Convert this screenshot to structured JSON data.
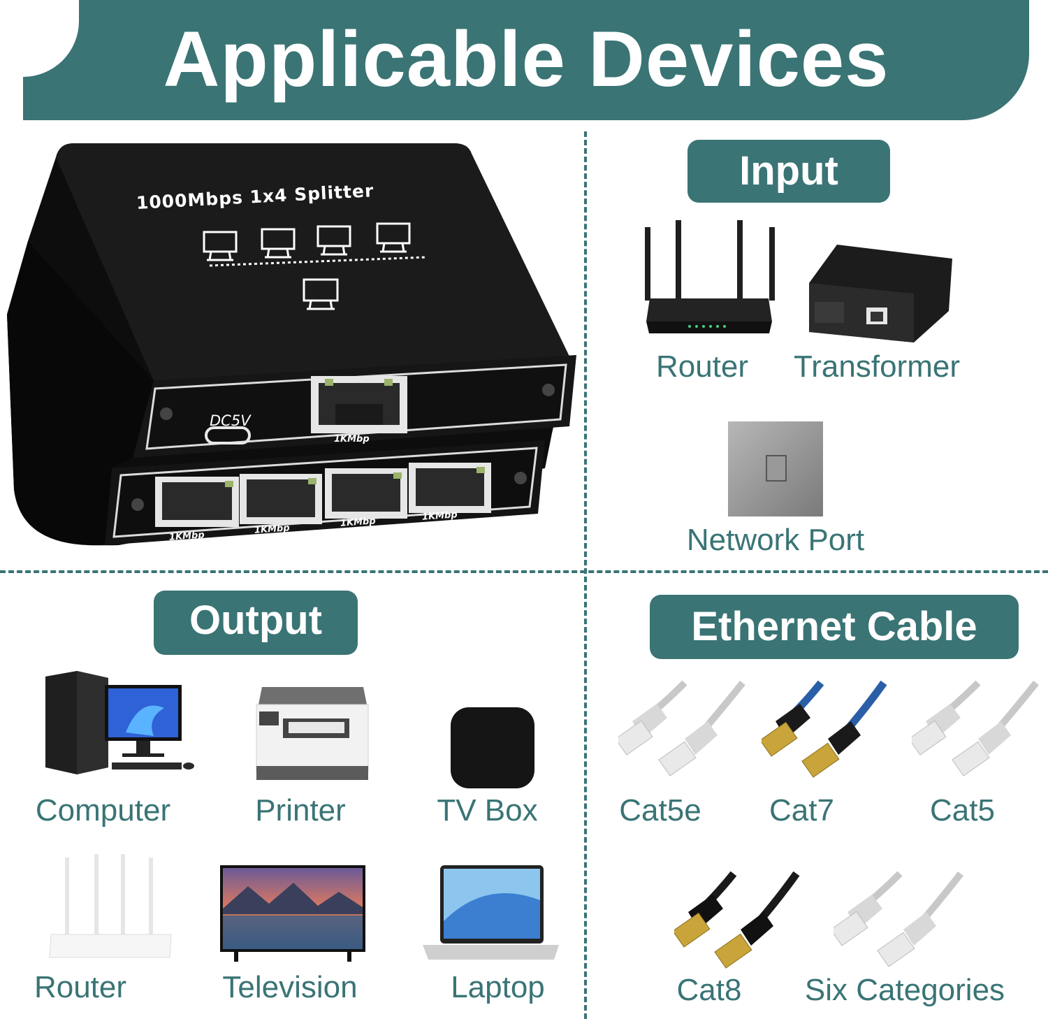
{
  "title": "Applicable Devices",
  "device": {
    "top_text": "1000Mbps  1x4 Splitter",
    "power_label": "DC5V",
    "port_labels": [
      "1KMbp",
      "1KMbp",
      "1KMbp",
      "1KMbp",
      "1KMbp"
    ]
  },
  "input": {
    "heading": "Input",
    "items": [
      "Router",
      "Transformer",
      "Network Port"
    ],
    "icons": [
      "router-icon",
      "media-converter-icon",
      "wall-network-port-icon"
    ]
  },
  "output": {
    "heading": "Output",
    "items": [
      "Computer",
      "Printer",
      "TV Box",
      "Router",
      "Television",
      "Laptop"
    ],
    "icons": [
      "computer-icon",
      "printer-icon",
      "tv-box-icon",
      "router-icon",
      "television-icon",
      "laptop-icon"
    ]
  },
  "cable": {
    "heading": "Ethernet Cable",
    "items": [
      "Cat5e",
      "Cat7",
      "Cat5",
      "Cat8",
      "Six Categories"
    ],
    "icons": [
      "cable-icon",
      "cable-icon",
      "cable-icon",
      "cable-icon",
      "cable-icon"
    ]
  },
  "colors": {
    "accent": "#3a7475",
    "device_body": "#111111",
    "cable_grey": "#c8c8c8",
    "cable_blue": "#2a5fa8",
    "cable_black": "#1a1a1a",
    "connector_gold": "#c9a43a"
  }
}
